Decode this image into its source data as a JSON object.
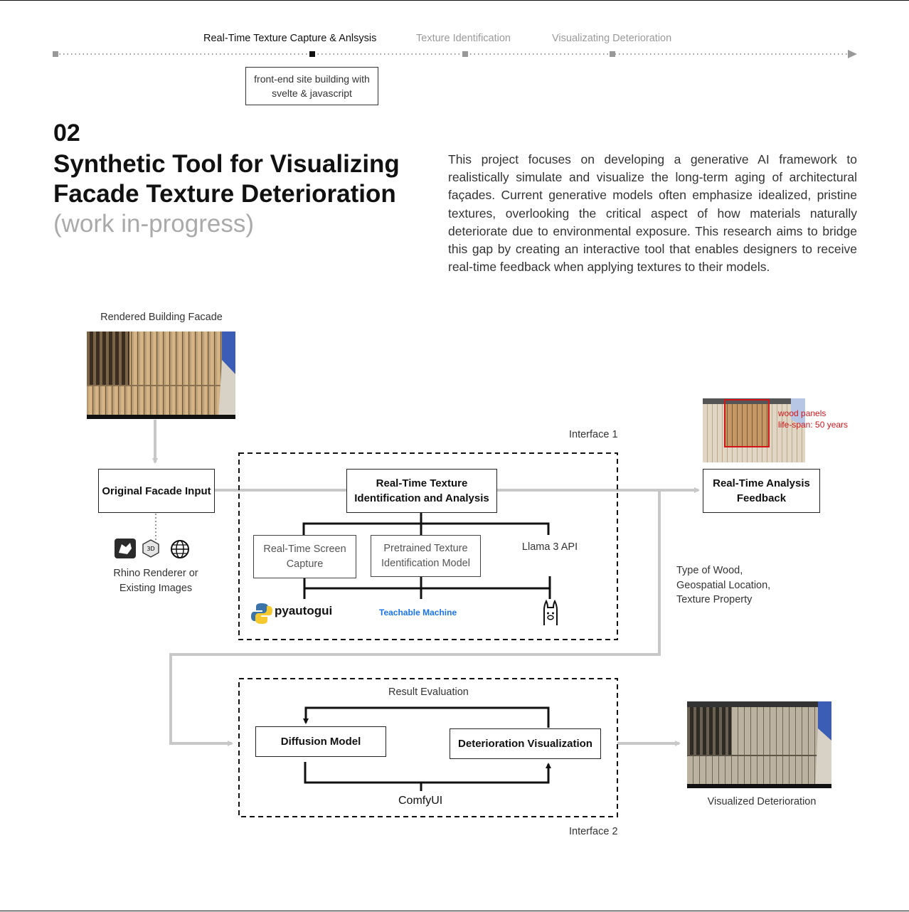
{
  "timeline": {
    "steps": [
      {
        "label": "Real-Time Texture Capture & Anlsysis",
        "active": true
      },
      {
        "label": "Texture Identification",
        "active": false
      },
      {
        "label": "Visualizating Deterioration",
        "active": false
      }
    ],
    "note": "front-end site building with svelte & javascript"
  },
  "header": {
    "number": "02",
    "title": "Synthetic Tool for Visualizing Facade Texture Deterioration",
    "status": "(work in-progress)"
  },
  "description": "This project focuses on developing a generative AI framework to realistically simulate and visualize the long-term aging of architectural façades. Current generative models often emphasize idealized, pristine textures, overlooking the critical aspect of how materials naturally deteriorate due to environmental exposure. This research aims to bridge this gap by creating an interactive tool that enables designers to receive real-time feedback when applying textures to their models.",
  "diagram": {
    "rendered_label": "Rendered Building Facade",
    "original_input": "Original Facade Input",
    "source_label": "Rhino Renderer or Existing Images",
    "interface1": "Interface 1",
    "interface2": "Interface 2",
    "realtime_id": "Real-Time Texture Identification and Analysis",
    "screen_capture": "Real-Time Screen Capture",
    "pretrained": "Pretrained Texture Identification Model",
    "llama": "Llama 3 API",
    "pyautogui": "pyautogui",
    "teachable": "Teachable Machine",
    "feedback": "Real-Time Analysis Feedback",
    "annotation_line1": "wood panels",
    "annotation_line2": "life-span: 50 years",
    "wood_info": "Type of Wood, Geospatial Location, Texture Property",
    "result_eval": "Result Evaluation",
    "diffusion": "Diffusion Model",
    "deterioration": "Deterioration Visualization",
    "comfyui": "ComfyUI",
    "visualized": "Visualized Deterioration"
  },
  "colors": {
    "arrow_gray": "#c8c8c8",
    "annotation_red": "#d0161b",
    "teachable_blue": "#1a73e8"
  }
}
